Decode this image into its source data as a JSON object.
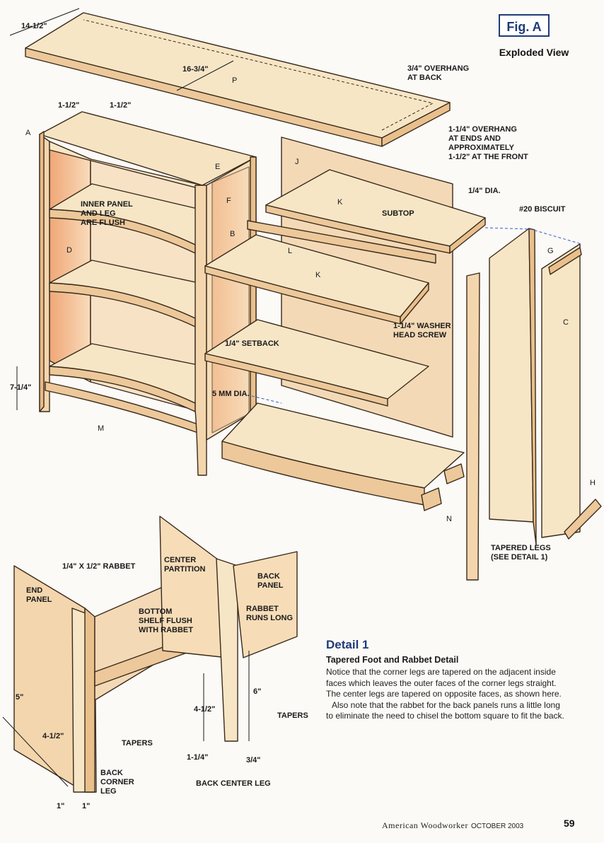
{
  "figure": {
    "label": "Fig. A",
    "subtitle": "Exploded View"
  },
  "parts": {
    "P": "P",
    "A": "A",
    "B": "B",
    "C": "C",
    "D": "D",
    "E": "E",
    "F": "F",
    "G": "G",
    "H": "H",
    "J": "J",
    "K1": "K",
    "K2": "K",
    "L": "L",
    "M": "M",
    "N": "N"
  },
  "dims": {
    "top_depth": "14-1/2\"",
    "top_width": "16-3/4\"",
    "edge_left": "1-1/2\"",
    "edge_right": "1-1/2\"",
    "leg_height": "7-1/4\""
  },
  "callouts": {
    "overhang_back": [
      "3/4\" OVERHANG",
      "AT BACK"
    ],
    "overhang_ends": [
      "1-1/4\" OVERHANG",
      "AT ENDS AND",
      "APPROXIMATELY",
      "1-1/2\" AT THE FRONT"
    ],
    "inner_panel": [
      "INNER PANEL",
      "AND LEG",
      "ARE FLUSH"
    ],
    "subtop": "SUBTOP",
    "quarter_dia": "1/4\" DIA.",
    "biscuit": "#20 BISCUIT",
    "washer_screw": [
      "1-1/4\" WASHER",
      "HEAD SCREW"
    ],
    "setback": "1/4\" SETBACK",
    "five_mm": "5 MM DIA.",
    "tapered_legs": [
      "TAPERED LEGS",
      "(SEE DETAIL 1)"
    ]
  },
  "detail_labels": {
    "rabbet": "1/4\" X 1/2\" RABBET",
    "end_panel": [
      "END",
      "PANEL"
    ],
    "center_partition": [
      "CENTER",
      "PARTITION"
    ],
    "back_panel": [
      "BACK",
      "PANEL"
    ],
    "bottom_shelf": [
      "BOTTOM",
      "SHELF FLUSH",
      "WITH RABBET"
    ],
    "rabbet_long": [
      "RABBET",
      "RUNS LONG"
    ],
    "five": "5\"",
    "four_half_left": "4-1/2\"",
    "tapers_left": "TAPERS",
    "back_corner": [
      "BACK",
      "CORNER",
      "LEG"
    ],
    "one_a": "1\"",
    "one_b": "1\"",
    "six": "6\"",
    "four_half_right": "4-1/2\"",
    "tapers_right": "TAPERS",
    "one_quarter": "1-1/4\"",
    "three_quarter": "3/4\"",
    "back_center": "BACK CENTER LEG"
  },
  "detail": {
    "title": "Detail 1",
    "subtitle": "Tapered Foot and Rabbet Detail",
    "para1": "Notice that the corner legs are tapered on the adjacent inside faces which leaves the outer faces of the corner legs straight. The center legs are tapered on opposite faces, as shown here.",
    "para2": "Also note that the rabbet for the back panels runs a little long to eliminate the need to chisel the bottom square to fit the back."
  },
  "footer": {
    "magazine": "American Woodworker",
    "issue": "OCTOBER 2003",
    "page": "59"
  },
  "colors": {
    "wood_light": "#f6e6c6",
    "wood_mid": "#ecc89a",
    "wood_shadow": "#e79a63",
    "outline": "#3a2a1a",
    "title_blue": "#1f3b7a"
  }
}
